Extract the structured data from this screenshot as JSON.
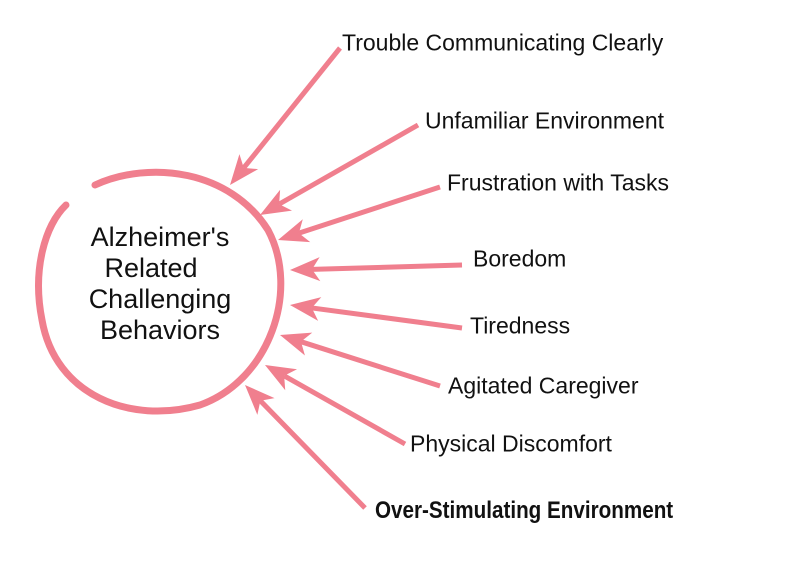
{
  "center": {
    "lines": [
      "Alzheimer's",
      "Related",
      "Challenging",
      "Behaviors"
    ]
  },
  "causes": [
    {
      "label": "Trouble Communicating Clearly"
    },
    {
      "label": "Unfamiliar Environment"
    },
    {
      "label": "Frustration with Tasks"
    },
    {
      "label": "Boredom"
    },
    {
      "label": "Tiredness"
    },
    {
      "label": "Agitated Caregiver"
    },
    {
      "label": "Physical Discomfort"
    },
    {
      "label": "Over-Stimulating Environment"
    }
  ],
  "colors": {
    "accent": "#f07f8e",
    "text": "#111111"
  }
}
